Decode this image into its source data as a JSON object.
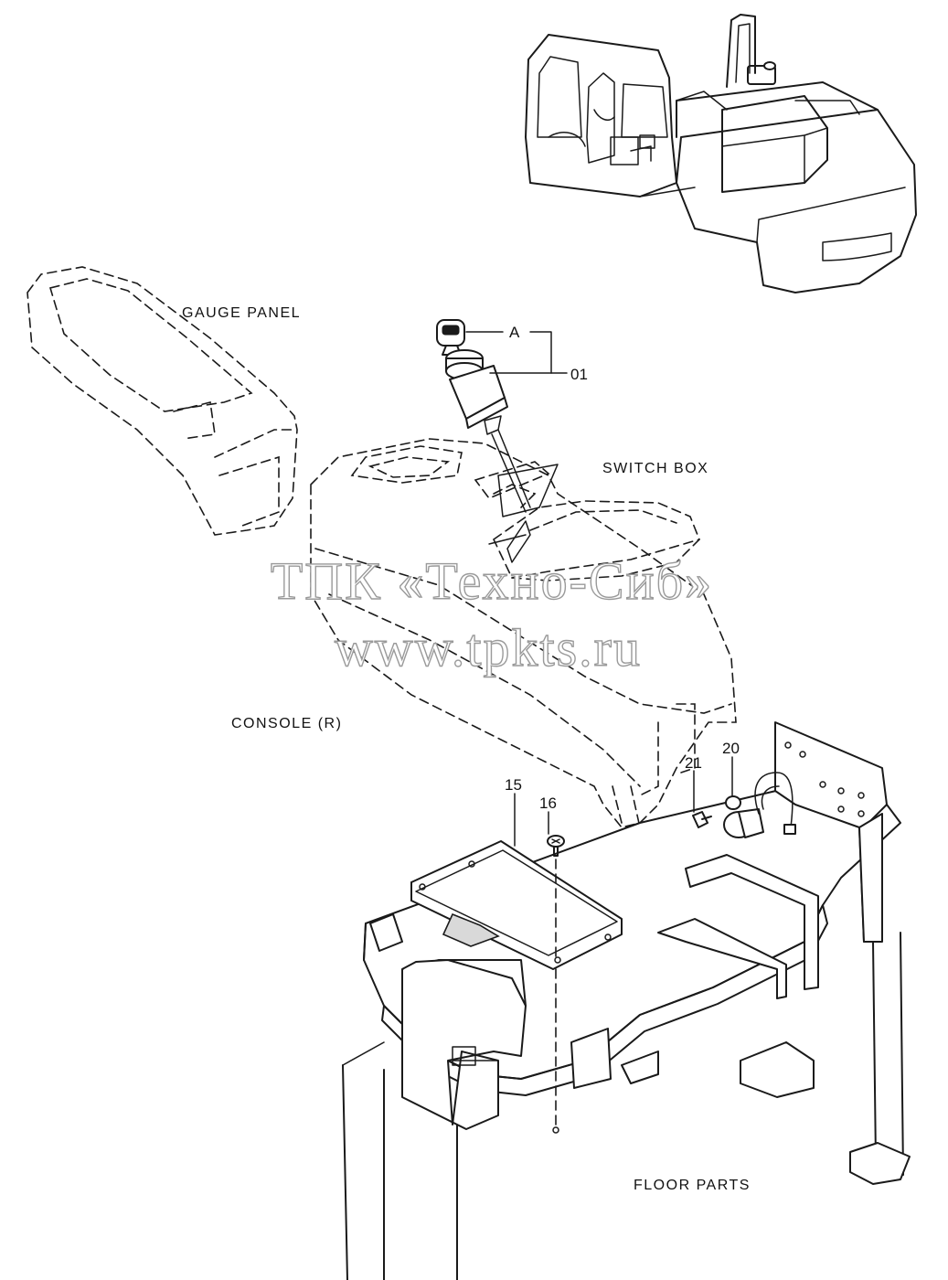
{
  "labels": {
    "gauge_panel": "GAUGE PANEL",
    "switch_box": "SWITCH BOX",
    "console_r": "CONSOLE (R)",
    "floor_parts": "FLOOR PARTS"
  },
  "callouts": {
    "a": "A",
    "p01": "01",
    "p15": "15",
    "p16": "16",
    "p20": "20",
    "p21": "21"
  },
  "watermark": {
    "line1": "ТПК «Техно-Сиб»",
    "line2": "www.tpkts.ru"
  }
}
